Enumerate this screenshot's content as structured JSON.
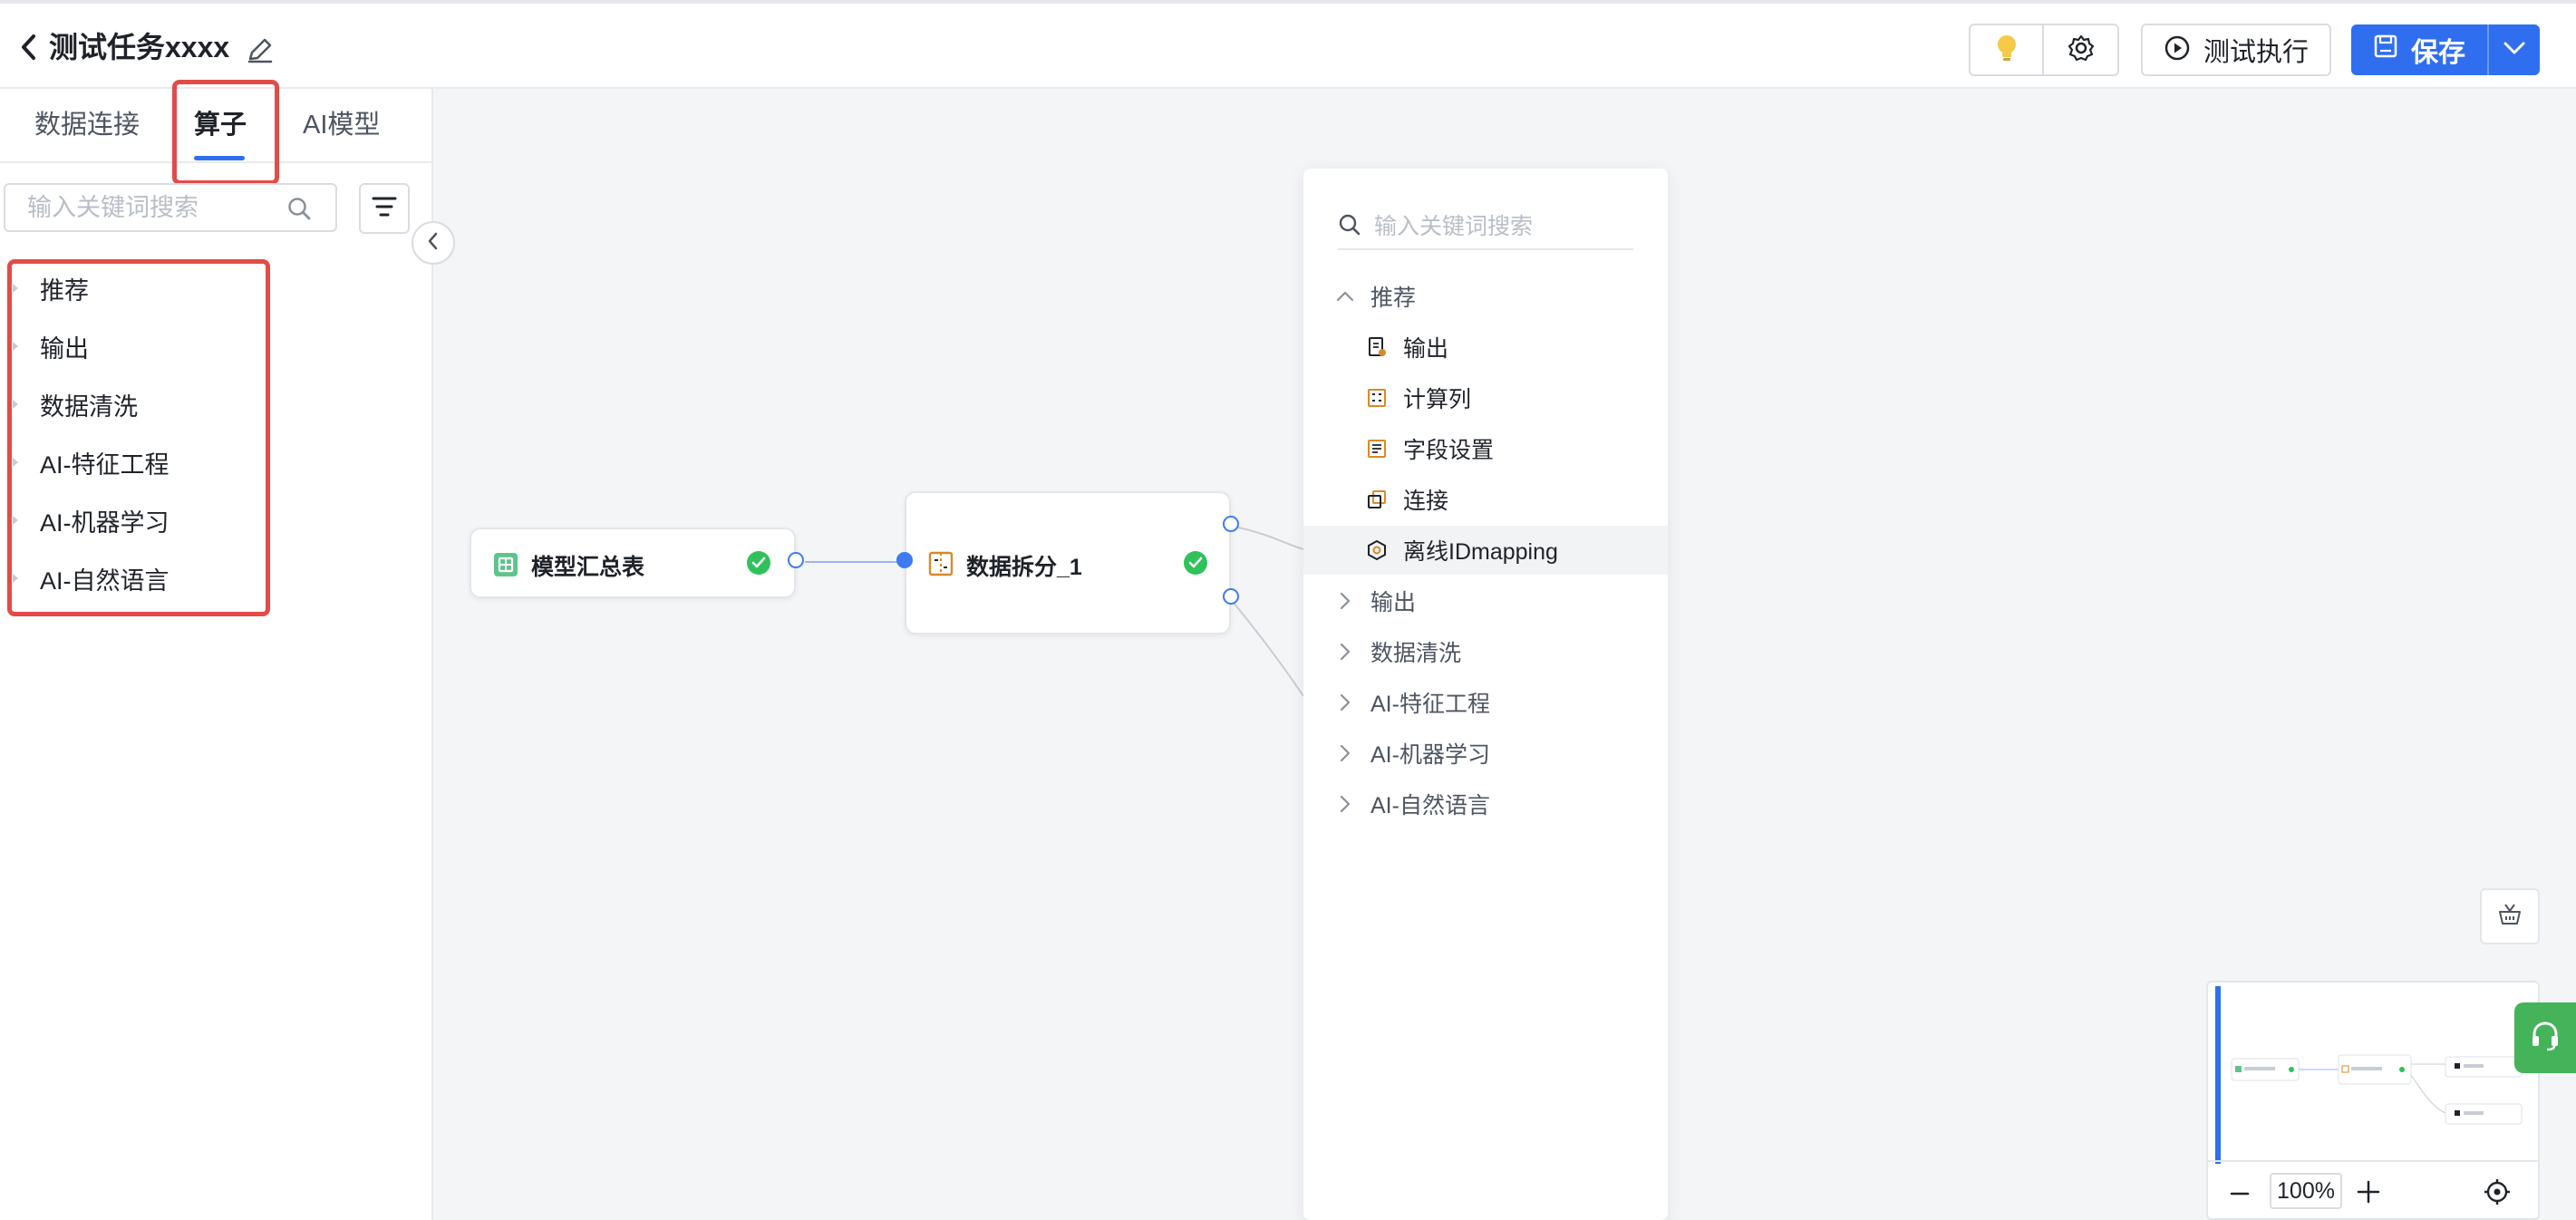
{
  "header": {
    "title": "测试任务xxxx",
    "test_run_label": "测试执行",
    "save_label": "保存"
  },
  "left_panel": {
    "tabs": [
      {
        "label": "数据连接"
      },
      {
        "label": "算子"
      },
      {
        "label": "AI模型"
      }
    ],
    "active_tab": "算子",
    "search_placeholder": "输入关键词搜索",
    "categories": [
      {
        "label": "推荐"
      },
      {
        "label": "输出"
      },
      {
        "label": "数据清洗"
      },
      {
        "label": "AI-特征工程"
      },
      {
        "label": "AI-机器学习"
      },
      {
        "label": "AI-自然语言"
      }
    ]
  },
  "canvas": {
    "nodes": [
      {
        "label": "模型汇总表",
        "status": "success"
      },
      {
        "label": "数据拆分_1",
        "status": "success"
      }
    ]
  },
  "popup": {
    "search_placeholder": "输入关键词搜索",
    "expanded_group": "推荐",
    "recommended": [
      {
        "label": "输出",
        "icon": "output-icon"
      },
      {
        "label": "计算列",
        "icon": "calc-column-icon"
      },
      {
        "label": "字段设置",
        "icon": "field-settings-icon"
      },
      {
        "label": "连接",
        "icon": "join-icon"
      },
      {
        "label": "离线IDmapping",
        "icon": "idmapping-icon"
      }
    ],
    "groups": [
      {
        "label": "输出"
      },
      {
        "label": "数据清洗"
      },
      {
        "label": "AI-特征工程"
      },
      {
        "label": "AI-机器学习"
      },
      {
        "label": "AI-自然语言"
      }
    ]
  },
  "minimap": {
    "zoom": "100%"
  },
  "colors": {
    "accent": "#2f6fef",
    "success": "#30c25a",
    "highlight": "#e34b47",
    "help": "#44b35a"
  }
}
